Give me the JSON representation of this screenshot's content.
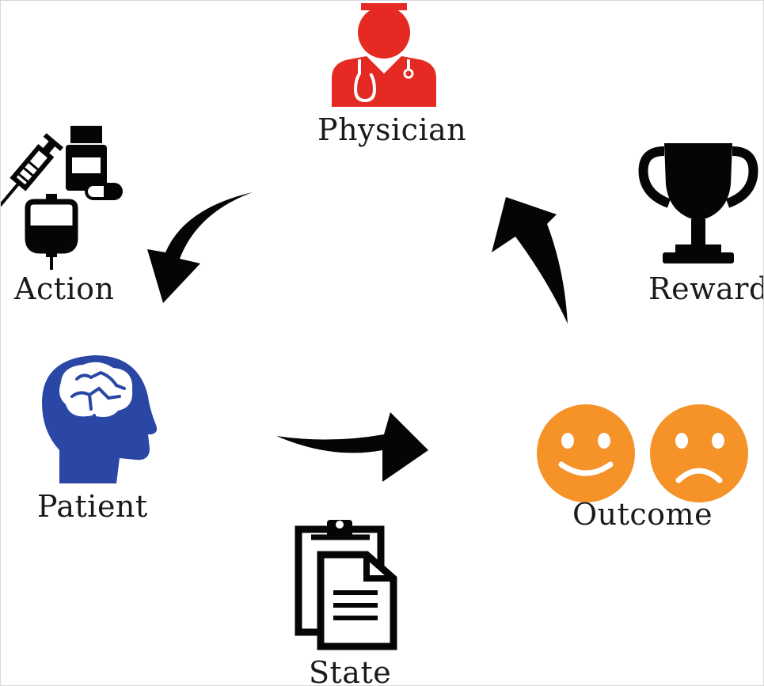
{
  "nodes": {
    "physician": "Physician",
    "action": "Action",
    "reward": "Reward",
    "patient": "Patient",
    "outcome": "Outcome",
    "state": "State"
  },
  "colors": {
    "physician": "#e42a22",
    "patient": "#2a47a5",
    "outcome": "#f59228",
    "ink": "#050505"
  },
  "icons": {
    "physician": "doctor-stethoscope-icon",
    "action": "syringe-pillbottle-ivbag-icon",
    "reward": "trophy-icon",
    "patient": "head-brain-icon",
    "outcome": "happy-sad-faces-icon",
    "state": "clipboard-document-icon"
  }
}
